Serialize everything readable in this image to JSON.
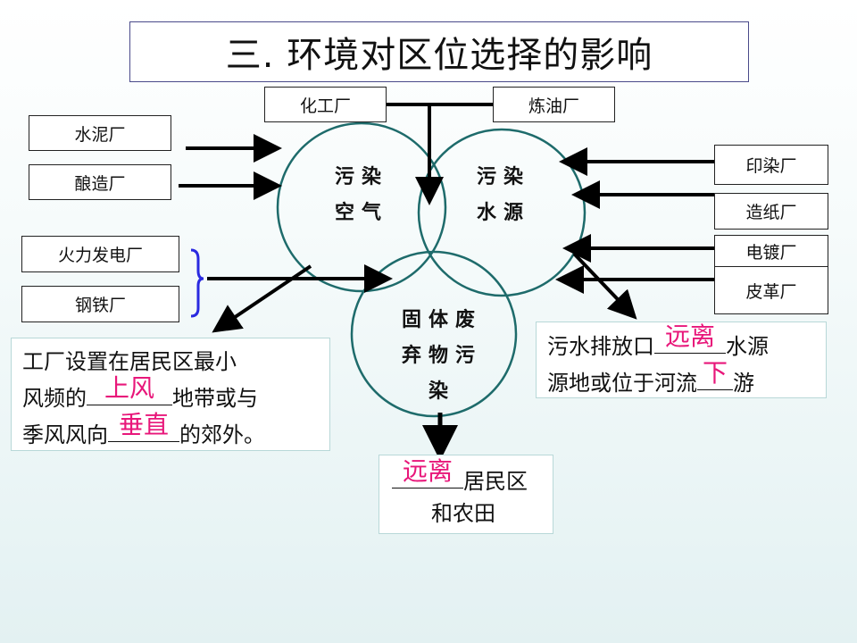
{
  "title": "三. 环境对区位选择的影响",
  "factories_left": {
    "cement": "水泥厂",
    "brewery": "酿造厂",
    "power": "火力发电厂",
    "steel": "钢铁厂"
  },
  "factories_top": {
    "chemical": "化工厂",
    "refinery": "炼油厂"
  },
  "factories_right": {
    "dyeing": "印染厂",
    "paper": "造纸厂",
    "plating": "电镀厂",
    "leather": "皮革厂"
  },
  "circles": {
    "air_line1": "污染",
    "air_line2": "空气",
    "water_line1": "污染",
    "water_line2": "水源",
    "solid_line1": "固体废",
    "solid_line2": "弃物污",
    "solid_line3": "染"
  },
  "note_air": {
    "p1": "工厂设置在居民区最小",
    "p2": "风频的",
    "ans1": "上风",
    "p3": "地带或与",
    "p4": "季风风向",
    "ans2": "垂直",
    "p5": "的郊外。"
  },
  "note_water": {
    "p1": "污水排放口",
    "ans1": "远离",
    "p2": "水源",
    "p3": "源地或位于河流",
    "ans2": "下",
    "p4": "游"
  },
  "note_solid": {
    "ans1": "远离",
    "p1": "居民区",
    "p2": "和农田"
  },
  "colors": {
    "answer": "#e8177a",
    "circle": "#1e6b6b",
    "bracket": "#2a2ae0"
  }
}
